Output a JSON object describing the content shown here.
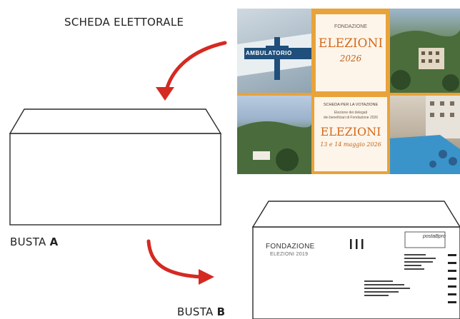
{
  "labels": {
    "scheda": "SCHEDA ELETTORALE",
    "busta_a_prefix": "BUSTA ",
    "busta_a_letter": "A",
    "busta_b_prefix": "BUSTA ",
    "busta_b_letter": "B"
  },
  "collage": {
    "sign_text": "AMBULATORIO",
    "card_top": {
      "logo": "FONDAZIONE",
      "title": "ELEZIONI",
      "year": "2026"
    },
    "card_bottom": {
      "heading": "SCHEDA PER LA VOTAZIONE",
      "line1": "Elezione dei delegati",
      "line2": "dei beneficiari di Fondazione 2026",
      "title": "ELEZIONI",
      "date": "13 e 14 maggio 2026"
    }
  },
  "envelope_b": {
    "logo": "FONDAZIONE",
    "subtitle": "ELEZIONI 2019",
    "stamp": "postaBpro"
  },
  "colors": {
    "arrow": "#d42a22",
    "card_accent": "#e8a33a"
  }
}
